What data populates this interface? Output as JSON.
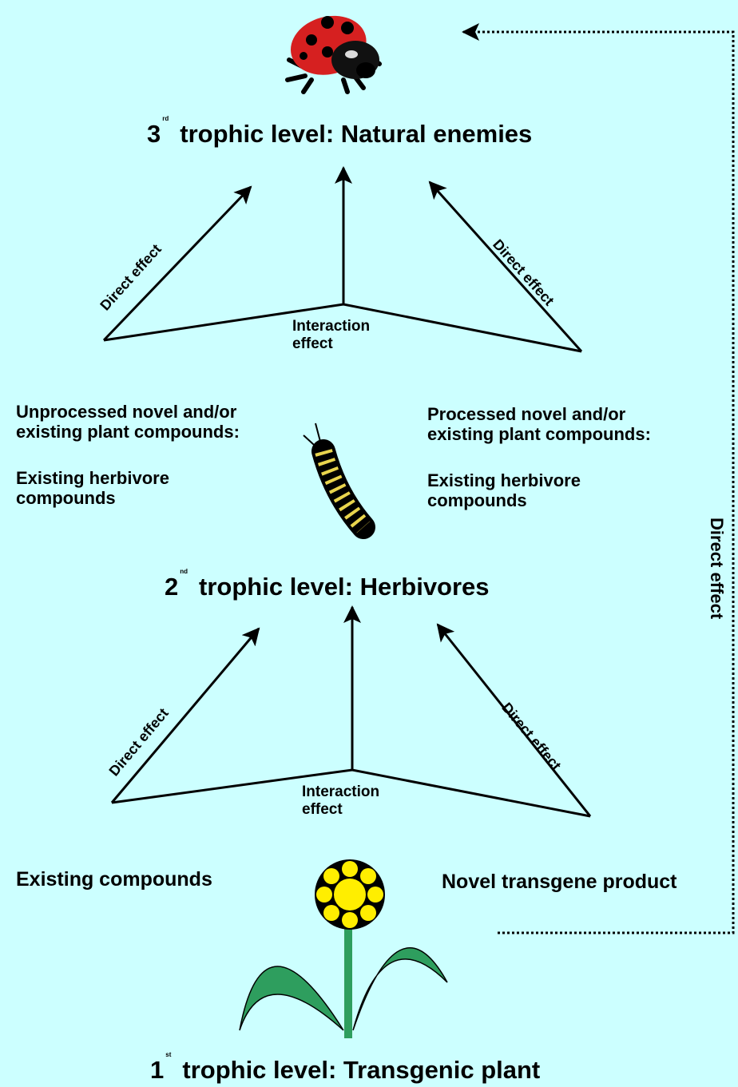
{
  "levels": {
    "third": {
      "number": "3",
      "suffix": "rd",
      "text": "trophic level: Natural enemies"
    },
    "second": {
      "number": "2",
      "suffix": "nd",
      "text": "trophic level: Herbivores"
    },
    "first": {
      "number": "1",
      "suffix": "st",
      "text": "trophic level: Transgenic plant"
    }
  },
  "upper": {
    "left_effect": "Direct effect",
    "right_effect": "Direct effect",
    "interaction": [
      "Interaction",
      "effect"
    ]
  },
  "lower": {
    "left_effect": "Direct effect",
    "right_effect": "Direct effect",
    "interaction": [
      "Interaction",
      "effect"
    ]
  },
  "herbivore_left": {
    "line1": "Unprocessed novel and/or",
    "line2": "existing plant compounds:",
    "line3": "Existing herbivore",
    "line4": "compounds"
  },
  "herbivore_right": {
    "line1": "Processed novel and/or",
    "line2": "existing plant compounds:",
    "line3": "Existing herbivore",
    "line4": "compounds"
  },
  "plant_left": "Existing compounds",
  "plant_right": "Novel transgene product",
  "side_effect": "Direct effect",
  "icons": [
    "ladybug-icon",
    "caterpillar-icon",
    "flower-icon"
  ],
  "colors": {
    "background": "#ccffff",
    "ladybug": "#d62020",
    "flower_petals": "#ffee00",
    "leaves": "#2e9e5e"
  }
}
